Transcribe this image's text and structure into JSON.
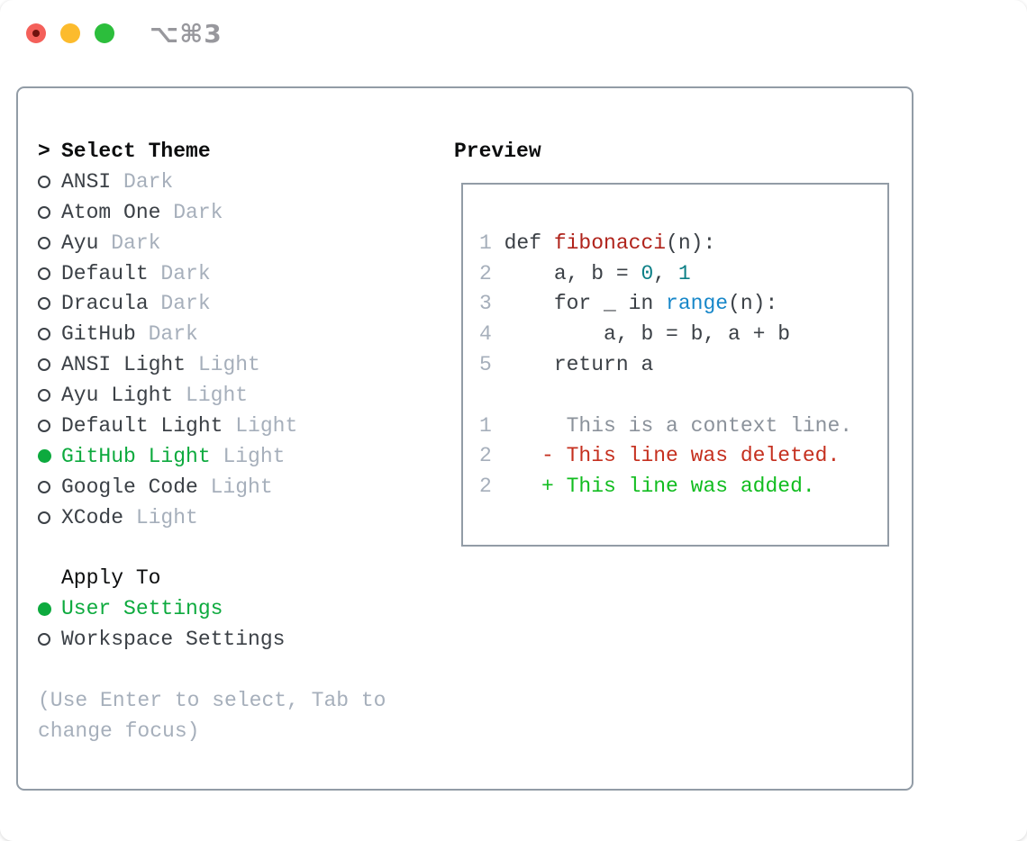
{
  "titlebar": {
    "shortcut": "⌥⌘3"
  },
  "theme_picker": {
    "caret": ">",
    "title": "Select Theme",
    "themes": [
      {
        "name": "ANSI",
        "tag": "Dark",
        "selected": false
      },
      {
        "name": "Atom One",
        "tag": "Dark",
        "selected": false
      },
      {
        "name": "Ayu",
        "tag": "Dark",
        "selected": false
      },
      {
        "name": "Default",
        "tag": "Dark",
        "selected": false
      },
      {
        "name": "Dracula",
        "tag": "Dark",
        "selected": false
      },
      {
        "name": "GitHub",
        "tag": "Dark",
        "selected": false
      },
      {
        "name": "ANSI Light",
        "tag": "Light",
        "selected": false
      },
      {
        "name": "Ayu Light",
        "tag": "Light",
        "selected": false
      },
      {
        "name": "Default Light",
        "tag": "Light",
        "selected": false
      },
      {
        "name": "GitHub Light",
        "tag": "Light",
        "selected": true
      },
      {
        "name": "Google Code",
        "tag": "Light",
        "selected": false
      },
      {
        "name": "XCode",
        "tag": "Light",
        "selected": false
      }
    ],
    "apply_to": {
      "title": "Apply To",
      "options": [
        {
          "name": "User Settings",
          "selected": true
        },
        {
          "name": "Workspace Settings",
          "selected": false
        }
      ]
    },
    "hint_lines": [
      "(Use Enter to select, Tab to",
      "change focus)"
    ]
  },
  "preview": {
    "title": "Preview",
    "lines": [
      {
        "num": "1",
        "segments": [
          {
            "t": " def ",
            "c": "code"
          },
          {
            "t": "fibonacci",
            "c": "fn"
          },
          {
            "t": "(n):",
            "c": "code"
          }
        ]
      },
      {
        "num": "2",
        "segments": [
          {
            "t": "     a, b = ",
            "c": "code"
          },
          {
            "t": "0",
            "c": "num"
          },
          {
            "t": ", ",
            "c": "code"
          },
          {
            "t": "1",
            "c": "num"
          }
        ]
      },
      {
        "num": "3",
        "segments": [
          {
            "t": "     for _ in ",
            "c": "code"
          },
          {
            "t": "range",
            "c": "bi"
          },
          {
            "t": "(n):",
            "c": "code"
          }
        ]
      },
      {
        "num": "4",
        "segments": [
          {
            "t": "         a, b = b, a + b",
            "c": "code"
          }
        ]
      },
      {
        "num": "5",
        "segments": [
          {
            "t": "     return a",
            "c": "code"
          }
        ]
      },
      {
        "num": "",
        "segments": []
      },
      {
        "num": "1",
        "segments": [
          {
            "t": "      This is a context line.",
            "c": "ctx"
          }
        ]
      },
      {
        "num": "2",
        "segments": [
          {
            "t": "    - This line was deleted.",
            "c": "del"
          }
        ]
      },
      {
        "num": "2",
        "segments": [
          {
            "t": "    + This line was added.",
            "c": "add"
          }
        ]
      }
    ]
  },
  "colors": {
    "selected_green": "#0daa3e",
    "added_green": "#12bd20",
    "deleted_red": "#c5301f",
    "function_red": "#b0231b",
    "number_teal": "#0c7f86",
    "builtin_blue": "#1787c9",
    "dim_gray": "#a6afbb",
    "text_dark": "#3b4046",
    "border_gray": "#929ca6",
    "traffic_red": "#f4605a",
    "traffic_yellow": "#fcbb2d",
    "traffic_green": "#2cbe3c"
  }
}
